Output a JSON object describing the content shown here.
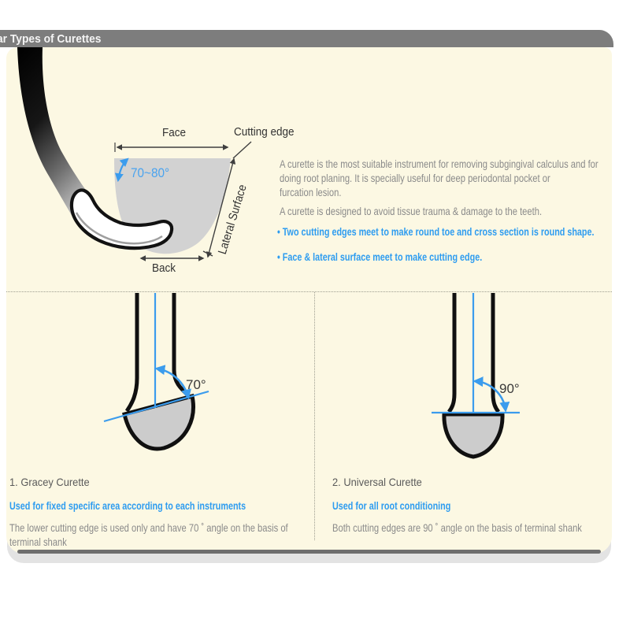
{
  "header": {
    "title": "ar Types of Curettes"
  },
  "colors": {
    "accent_blue": "#2d9cf0",
    "card_bg": "#fcf8e3",
    "header_gray": "#7d7d7d",
    "blade_gray": "#cccccc",
    "text_gray": "#8a8a8a"
  },
  "tip_diagram": {
    "face_label": "Face",
    "cutting_edge_label": "Cutting edge",
    "lateral_surface_label": "Lateral Surface",
    "back_label": "Back",
    "angle_label": "70~80°"
  },
  "intro": {
    "p1_lines": [
      "A curette is the most suitable instrument for removing subgingival calculus and for",
      "doing root planing. It is specially useful for deep periodontal pocket or",
      "furcation lesion."
    ],
    "p2": "A curette is designed to avoid tissue trauma & damage to the teeth.",
    "bullet_char": "•",
    "bullet1": "Two cutting edges meet to make round toe and cross section is round shape.",
    "bullet2": "Face & lateral surface meet to make cutting edge."
  },
  "gracey": {
    "angle_label": "70°",
    "title": "1. Gracey Curette",
    "subtitle": "Used for fixed specific area according to each instruments",
    "desc_lines": [
      "The lower cutting edge is used only and have 70 ˚  angle on the basis of",
      "terminal shank"
    ]
  },
  "universal": {
    "angle_label": "90°",
    "title": "2. Universal Curette",
    "subtitle": "Used for all root conditioning",
    "desc": "Both cutting edges are 90 ˚ angle on the basis of terminal shank"
  }
}
